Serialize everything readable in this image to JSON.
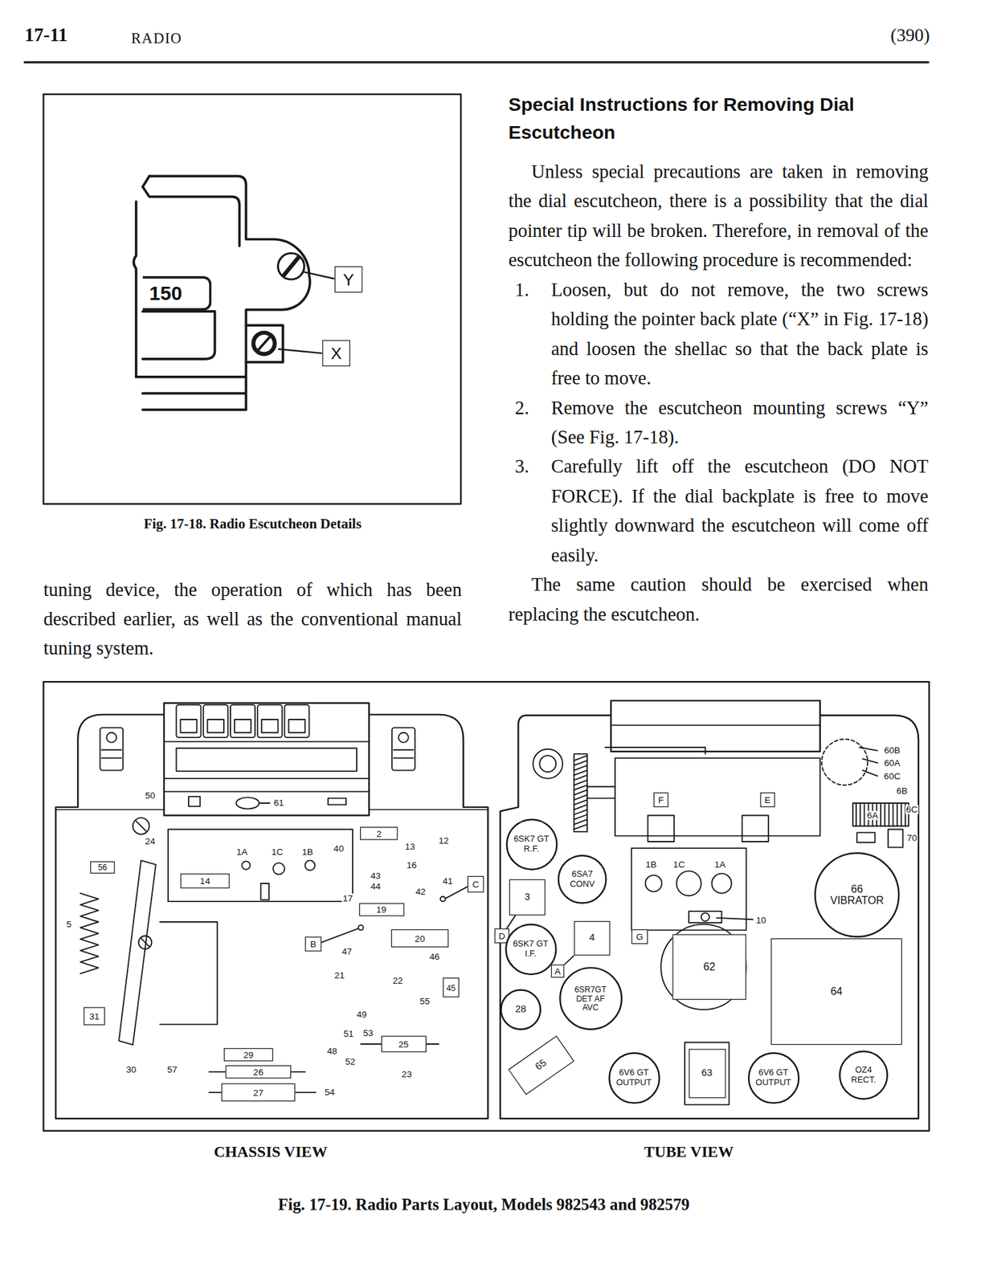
{
  "diagram": {
    "title": "Special Instructions for Removing Dial Escutcheon",
    "caption": "Fig. 17-19. Radio Parts Layout, Models 982543 and 982579",
    "nodes": [
      {
        "text": [
          "150"
        ]
      },
      {
        "text": [
          "Y"
        ]
      },
      {
        "text": [
          "X"
        ]
      },
      {
        "text": [
          "56"
        ]
      },
      {
        "text": [
          "2"
        ]
      },
      {
        "text": [
          "14"
        ]
      },
      {
        "text": [
          "19"
        ]
      },
      {
        "text": [
          "C"
        ]
      },
      {
        "text": [
          "B"
        ]
      },
      {
        "text": [
          "20"
        ]
      },
      {
        "text": [
          "45"
        ]
      },
      {
        "text": [
          "31"
        ]
      },
      {
        "text": [
          "25"
        ]
      },
      {
        "text": [
          "29"
        ]
      },
      {
        "text": [
          "26"
        ]
      },
      {
        "text": [
          "27"
        ]
      },
      {
        "text": [
          "6SK7 GT",
          "R.F."
        ]
      },
      {
        "text": [
          "6SA7",
          "CONV"
        ]
      },
      {
        "text": [
          "F"
        ]
      },
      {
        "text": [
          "E"
        ]
      },
      {
        "text": [
          "66",
          "VIBRATOR"
        ]
      },
      {
        "text": [
          "3"
        ]
      },
      {
        "text": [
          "D"
        ]
      },
      {
        "text": [
          "6SK7 GT",
          "I.F."
        ]
      },
      {
        "text": [
          "4"
        ]
      },
      {
        "text": [
          "G"
        ]
      },
      {
        "text": [
          "62"
        ]
      },
      {
        "text": [
          "64"
        ]
      },
      {
        "text": [
          "A"
        ]
      },
      {
        "text": [
          "6SR7GT",
          "DET AF AVC"
        ]
      },
      {
        "text": [
          "28"
        ]
      },
      {
        "text": [
          "65"
        ]
      },
      {
        "text": [
          "6V6 GT",
          "OUTPUT"
        ]
      },
      {
        "text": [
          "63"
        ]
      },
      {
        "text": [
          "6V6 GT",
          "OUTPUT"
        ]
      },
      {
        "text": [
          "OZ4",
          "RECT."
        ]
      }
    ],
    "edges": [
      {
        "from": 22,
        "to": 21,
        "arrow": "none"
      },
      {
        "from": 28,
        "to": 24,
        "arrow": "none"
      }
    ],
    "labels": [
      "17-11",
      "RADIO",
      "(390)",
      "Fig. 17-18. Radio Escutcheon Details",
      "tuning device, the operation of which has been described earlier, as well as the conventional manual tuning system.",
      "Unless special precautions are taken in removing the dial escutcheon, there is a possibility that the dial pointer tip will be broken. Therefore, in removal of the escutcheon the following procedure is recommended:",
      "1.",
      "Loosen, but do not remove, the two screws holding the pointer back plate (“X” in Fig. 17-18) and loosen the shellac so that the back plate is free to move.",
      "2.",
      "Remove the escutcheon mounting screws “Y” (See Fig. 17-18).",
      "3.",
      "Carefully lift off the escutcheon (DO NOT FORCE). If the dial backplate is free to move slightly downward the escutcheon will come off easily.",
      "The same caution should be exercised when replacing the escutcheon.",
      "50",
      "24",
      "5",
      "30",
      "57",
      "61",
      "1A",
      "1C",
      "1B",
      "40",
      "13",
      "12",
      "16",
      "41",
      "42",
      "43",
      "44",
      "17",
      "47",
      "46",
      "21",
      "22",
      "55",
      "49",
      "51",
      "53",
      "48",
      "52",
      "23",
      "54",
      "60B",
      "60A",
      "60C",
      "6B",
      "6A",
      "6C",
      "70",
      "1B",
      "1C",
      "1A",
      "10",
      "CHASSIS VIEW",
      "TUBE VIEW"
    ]
  }
}
